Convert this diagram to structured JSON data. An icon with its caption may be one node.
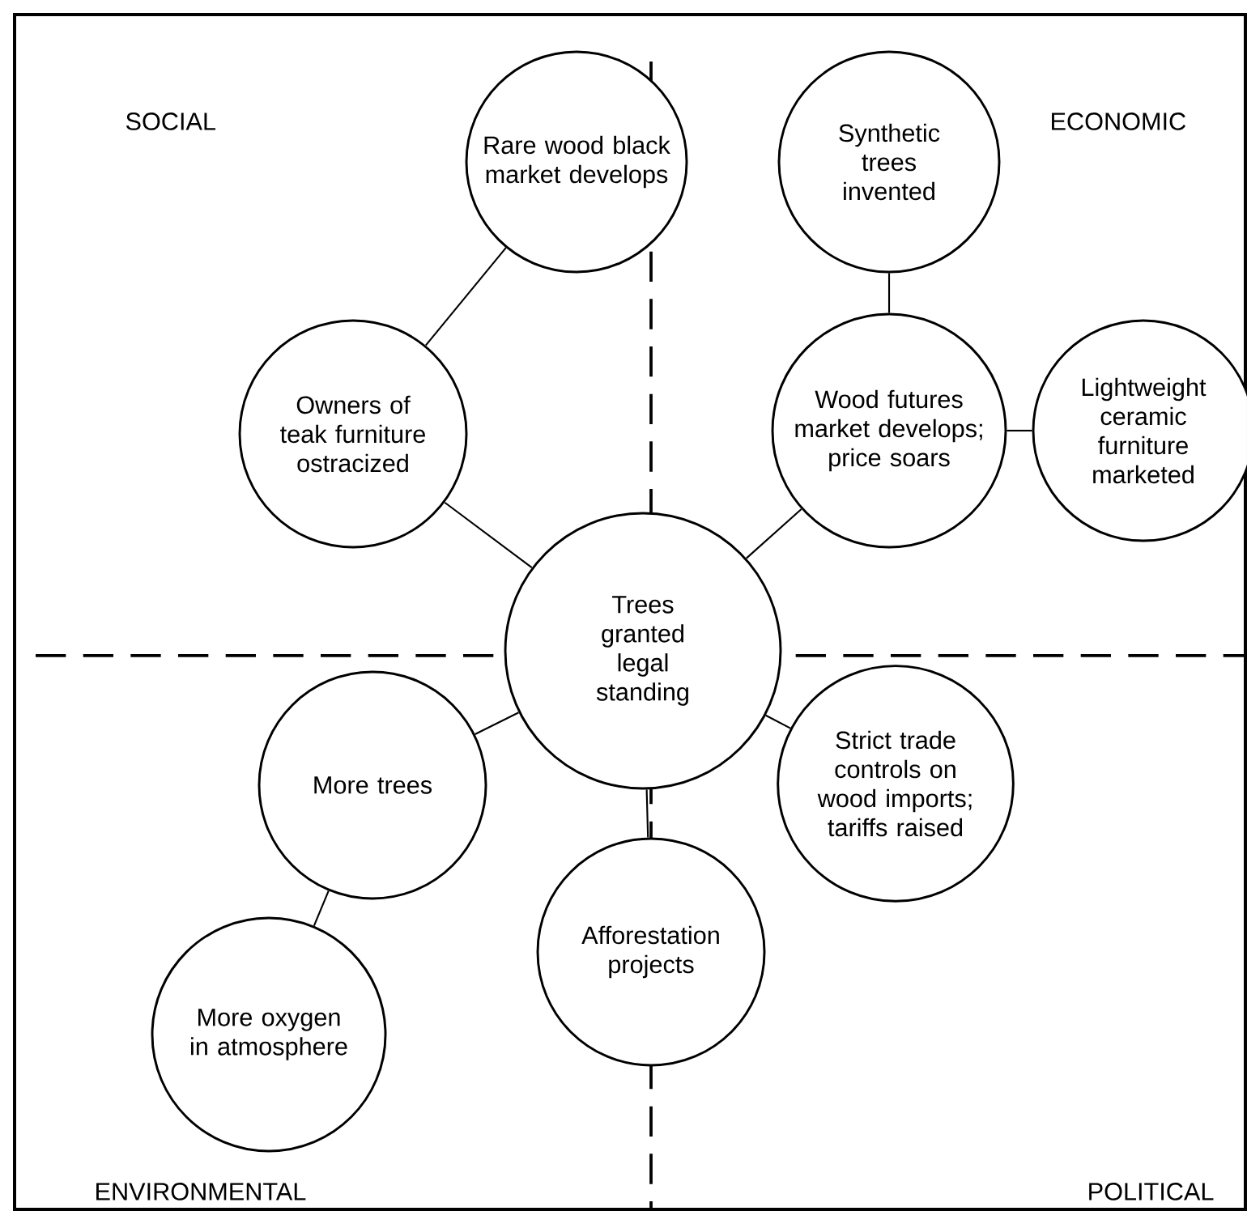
{
  "diagram": {
    "nodes": [
      {
        "text": [
          "Trees granted legal standing"
        ]
      },
      {
        "text": [
          "Rare wood black market develops"
        ]
      },
      {
        "text": [
          "Synthetic trees invented"
        ]
      },
      {
        "text": [
          "Owners of teak furniture ostracized"
        ]
      },
      {
        "text": [
          "Wood futures market develops; price soars"
        ]
      },
      {
        "text": [
          "Lightweight ceramic furniture marketed"
        ]
      },
      {
        "text": [
          "More trees"
        ]
      },
      {
        "text": [
          "Strict trade controls on wood imports; tariffs raised"
        ]
      },
      {
        "text": [
          "Afforestation projects"
        ]
      },
      {
        "text": [
          "More oxygen in atmosphere"
        ]
      }
    ],
    "edges": [
      {
        "from": 0,
        "to": 3,
        "arrow": "none"
      },
      {
        "from": 3,
        "to": 1,
        "arrow": "none"
      },
      {
        "from": 0,
        "to": 4,
        "arrow": "none"
      },
      {
        "from": 4,
        "to": 2,
        "arrow": "none"
      },
      {
        "from": 4,
        "to": 5,
        "arrow": "none"
      },
      {
        "from": 0,
        "to": 6,
        "arrow": "none"
      },
      {
        "from": 6,
        "to": 9,
        "arrow": "none"
      },
      {
        "from": 0,
        "to": 7,
        "arrow": "none"
      },
      {
        "from": 0,
        "to": 8,
        "arrow": "none"
      }
    ],
    "labels": [
      "SOCIAL",
      "ECONOMIC",
      "ENVIRONMENTAL",
      "POLITICAL"
    ]
  }
}
